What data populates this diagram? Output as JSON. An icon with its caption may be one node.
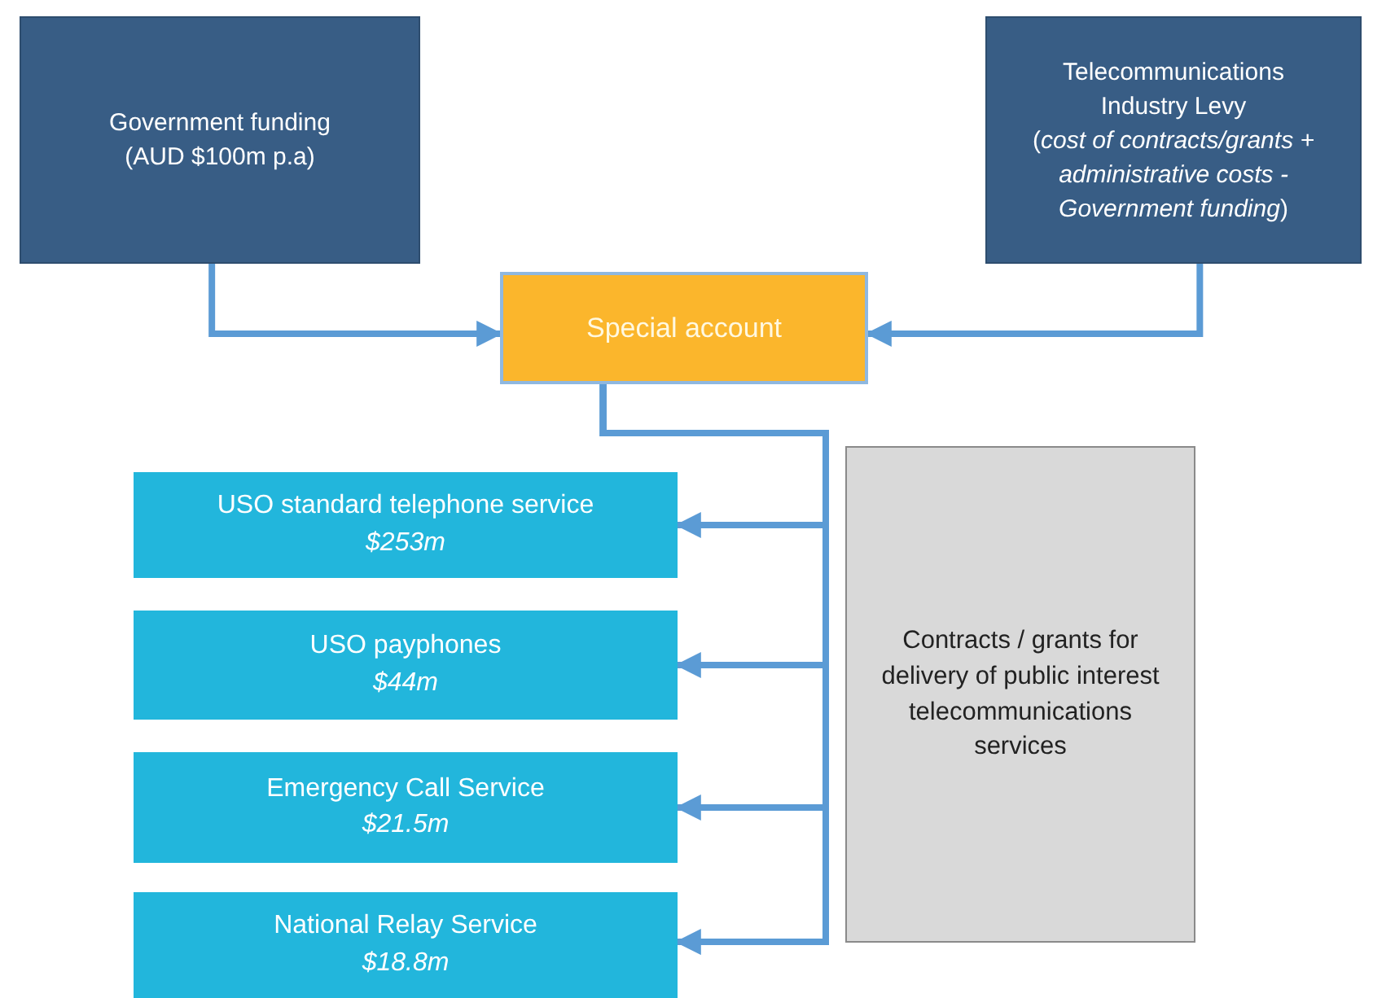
{
  "diagram": {
    "nodes": [
      {
        "text": [
          "Government funding (AUD $100m p.a)"
        ]
      },
      {
        "text": [
          "Telecommunications Industry Levy",
          "(*cost of contracts/grants + administrative costs - Government funding*)"
        ]
      },
      {
        "text": [
          "Special account"
        ]
      },
      {
        "text": [
          "USO standard telephone service",
          "$253m"
        ]
      },
      {
        "text": [
          "USO payphones",
          "$44m"
        ]
      },
      {
        "text": [
          "Emergency Call Service",
          "$21.5m"
        ]
      },
      {
        "text": [
          "National Relay Service",
          "$18.8m"
        ]
      },
      {
        "text": [
          "Contracts / grants for delivery of public interest telecommunications services"
        ]
      }
    ],
    "edges": [
      {
        "from": 0,
        "to": 2,
        "arrow": "to"
      },
      {
        "from": 1,
        "to": 2,
        "arrow": "to"
      },
      {
        "from": 2,
        "to": 3,
        "arrow": "to"
      },
      {
        "from": 2,
        "to": 4,
        "arrow": "to"
      },
      {
        "from": 2,
        "to": 5,
        "arrow": "to"
      },
      {
        "from": 2,
        "to": 6,
        "arrow": "to"
      }
    ]
  }
}
